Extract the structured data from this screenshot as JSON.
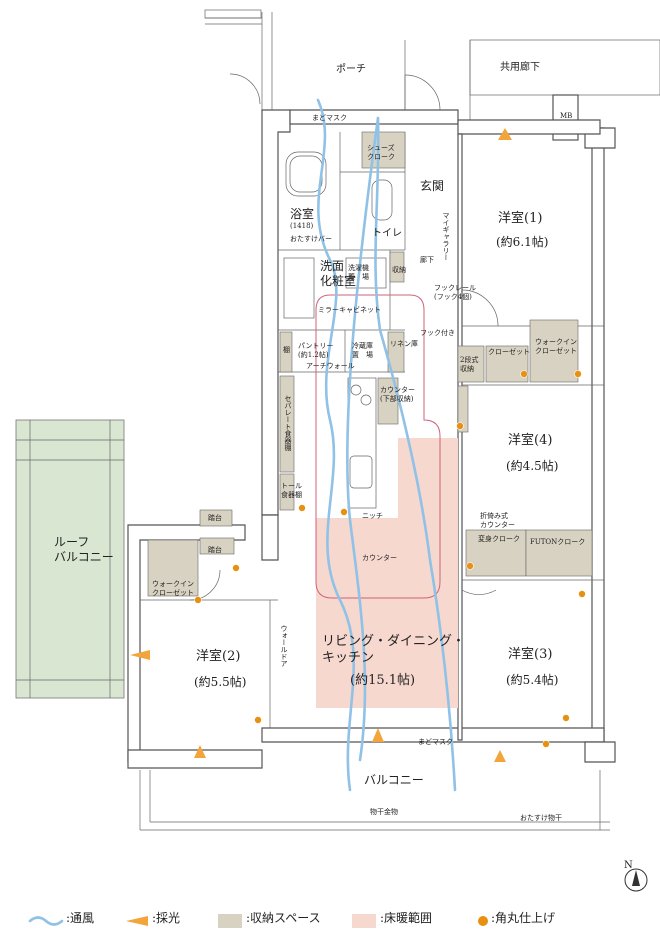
{
  "labels": {
    "porch": "ポーチ",
    "common_corridor": "共用廊下",
    "mb": "MB",
    "piece_mask_top": "まどマスク",
    "shoes_cloak": "シューズ\nクローク",
    "entrance": "玄関",
    "bathroom": "浴室",
    "bath_size": "(1418)",
    "towel_bar": "おたすけバー",
    "toilet": "トイレ",
    "my_gallery": "マイギャラリー",
    "corridor": "廊下",
    "washroom": "洗面\n化粧室",
    "washer_place": "洗濯機\n置　場",
    "storage_small": "収納",
    "mirror_cabinet": "ミラーキャビネット",
    "hook_rail": "フックレール\n(フック4個)",
    "hook_dash": "フック付き",
    "linen": "リネン庫",
    "pantry": "パントリー\n(約1.2帖)",
    "fridge": "冷蔵庫\n置　場",
    "arch_wall": "アーチウォール",
    "shelf": "棚",
    "separate_cabinet": "セパレート食器棚",
    "tall_cabinet": "トール\n食器棚",
    "counter_storage": "カウンター\n(下部収納)",
    "niche": "ニッチ",
    "counter": "カウンター",
    "ldk": "リビング・ダイニング・\nキッチン",
    "ldk_size": "(約15.1帖)",
    "room1": "洋室(1)",
    "room1_size": "(約6.1帖)",
    "closet": "クローゼット",
    "walkin_closet": "ウォークイン\nクローゼット",
    "two_step_storage": "2段式\n収納",
    "room4": "洋室(4)",
    "room4_size": "(約4.5帖)",
    "folding_counter": "折倚み式\nカウンター",
    "dressing_cloak": "変身クローク",
    "futon_cloak": "FUTONクローク",
    "room3": "洋室(3)",
    "room3_size": "(約5.4帖)",
    "roof_balcony": "ルーフ\nバルコニー",
    "step_top": "踏台",
    "step_bottom": "踏台",
    "walkin_closet2": "ウォークイン\nクローゼット",
    "room2": "洋室(2)",
    "room2_size": "(約5.5帖)",
    "wall_door": "ウォールドア",
    "piece_mask_bottom": "まどマスク",
    "balcony": "バルコニー",
    "clothes_hanger": "物干金物",
    "helper_hanger": "おたすけ物干",
    "north": "N"
  },
  "legend": {
    "wind": ":通風",
    "light": ":採光",
    "storage": ":収納スペース",
    "heating": ":床暖範囲",
    "rounded": ":角丸仕上げ"
  },
  "colors": {
    "wind": "#8fc2e6",
    "light": "#f2a53a",
    "storage": "#d8d2c2",
    "heating": "#f6d8cf",
    "roof": "#d9e6d1",
    "rounded_dot": "#e8900f"
  }
}
